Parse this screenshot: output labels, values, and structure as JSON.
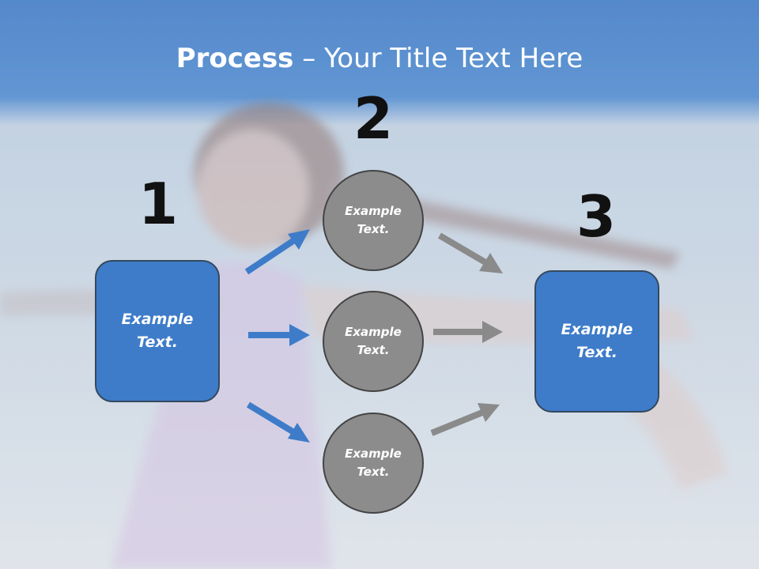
{
  "title": {
    "bold": "Process",
    "rest": " – Your Title Text Here"
  },
  "steps": [
    {
      "number": "1",
      "label": "Example\nText."
    },
    {
      "number": "2",
      "circles": [
        {
          "label": "Example\nText."
        },
        {
          "label": "Example\nText."
        },
        {
          "label": "Example\nText."
        }
      ]
    },
    {
      "number": "3",
      "label": "Example\nText."
    }
  ],
  "colors": {
    "box": "#3e7cc9",
    "circle": "#8c8c8c",
    "arrow_blue": "#3e7cc9",
    "arrow_gray": "#8a8a8a",
    "header": "#3a7cc5"
  }
}
